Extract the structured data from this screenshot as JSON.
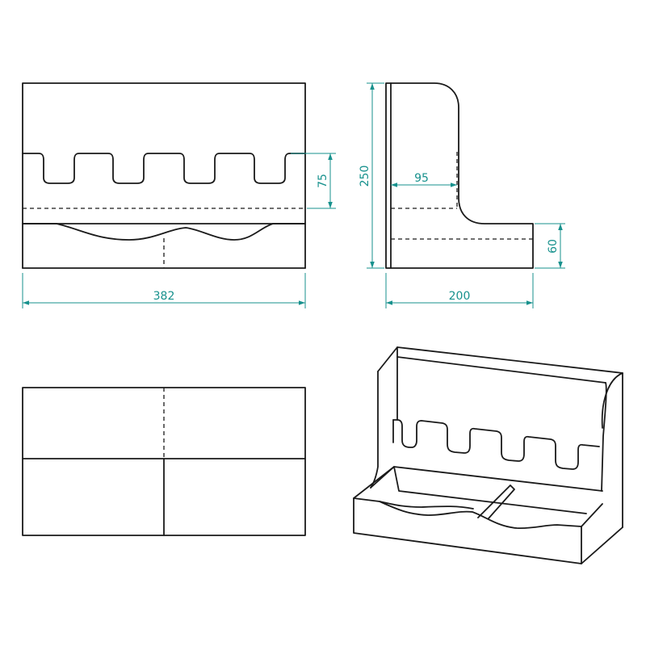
{
  "dimensions": {
    "front_width": "382",
    "front_slot_height": "75",
    "side_height": "250",
    "side_back_thickness": "95",
    "side_depth": "200",
    "side_tray_height": "60"
  },
  "colors": {
    "line": "#1a1a1a",
    "dimension": "#17918d",
    "background": "#ffffff"
  }
}
